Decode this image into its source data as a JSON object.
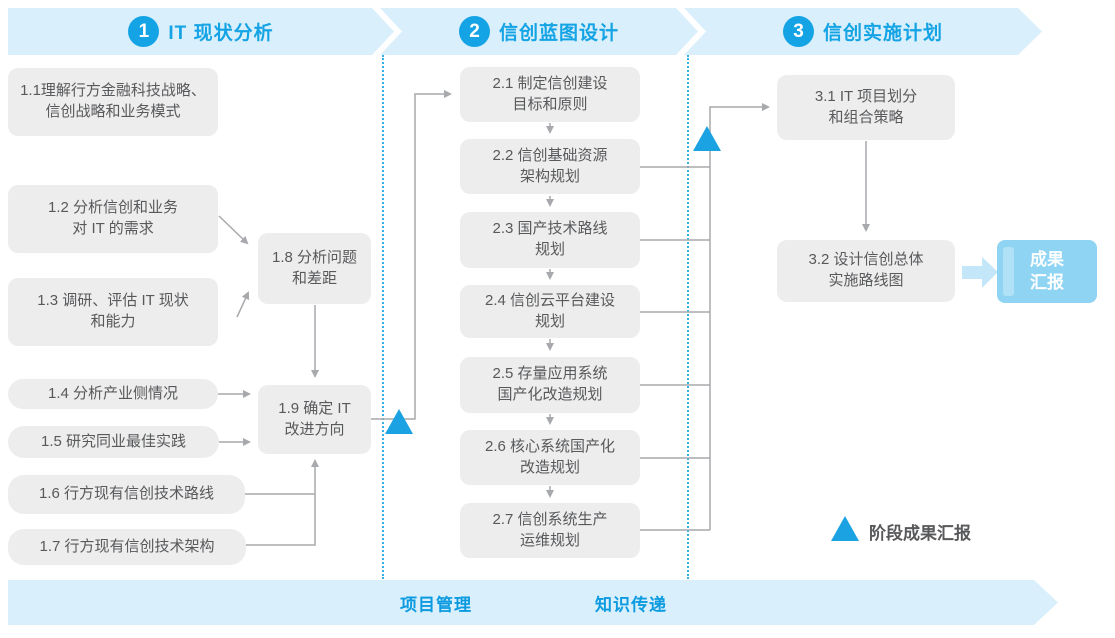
{
  "phases": [
    {
      "number": "1",
      "title": "IT 现状分析"
    },
    {
      "number": "2",
      "title": "信创蓝图设计"
    },
    {
      "number": "3",
      "title": "信创实施计划"
    }
  ],
  "boxes": {
    "b1_1": "1.1理解行方金融科技战略、\n信创战略和业务模式",
    "b1_2": "1.2 分析信创和业务\n对 IT 的需求",
    "b1_3": "1.3 调研、评估 IT 现状\n和能力",
    "b1_4": "1.4 分析产业侧情况",
    "b1_5": "1.5 研究同业最佳实践",
    "b1_6": "1.6 行方现有信创技术路线",
    "b1_7": "1.7 行方现有信创技术架构",
    "b1_8": "1.8 分析问题\n和差距",
    "b1_9": "1.9 确定 IT\n改进方向",
    "b2_1": "2.1 制定信创建设\n目标和原则",
    "b2_2": "2.2 信创基础资源\n架构规划",
    "b2_3": "2.3 国产技术路线\n规划",
    "b2_4": "2.4 信创云平台建设\n规划",
    "b2_5": "2.5 存量应用系统\n国产化改造规划",
    "b2_6": "2.6 核心系统国产化\n改造规划",
    "b2_7": "2.7 信创系统生产\n运维规划",
    "b3_1": "3.1 IT 项目划分\n和组合策略",
    "b3_2": "3.2 设计信创总体\n实施路线图"
  },
  "result_box": "成果\n汇报",
  "legend": {
    "label": "阶段成果汇报"
  },
  "footer": {
    "left_label": "项目管理",
    "right_label": "知识传递"
  },
  "colors": {
    "band_bg": "#D9EFFB",
    "accent_blue": "#14A3E4",
    "box_bg": "#EDEDED",
    "box_text": "#58595B",
    "connector_gray": "#A7A9AC",
    "milestone_triangle": "#1BA2E2",
    "divider_dotted": "#35B0E5",
    "result_box_bg": "#8FD4F3",
    "result_arrow": "#C3E6F8",
    "footer_text": "#0C9BE0"
  }
}
